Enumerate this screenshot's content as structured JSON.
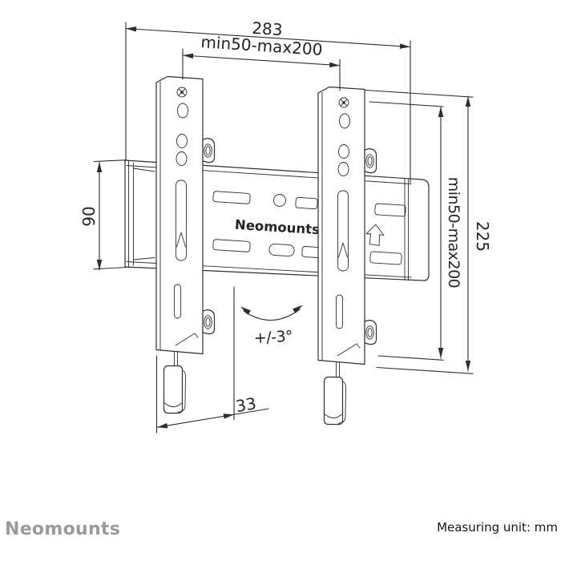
{
  "drawing": {
    "brand_label": "Neomounts",
    "dimensions": {
      "width": "283",
      "horizontal_hole_spacing": "min50-max200",
      "plate_height": "90",
      "vertical_hole_spacing": "min50-max200",
      "bracket_height": "225",
      "depth": "33",
      "tilt": "+/-3°"
    }
  },
  "footer": {
    "brand": "Neomounts",
    "measuring_unit": "Measuring unit: mm"
  },
  "colors": {
    "line": "#2e2e2e",
    "brand_gray": "#9b9b9b",
    "background": "#ffffff"
  }
}
